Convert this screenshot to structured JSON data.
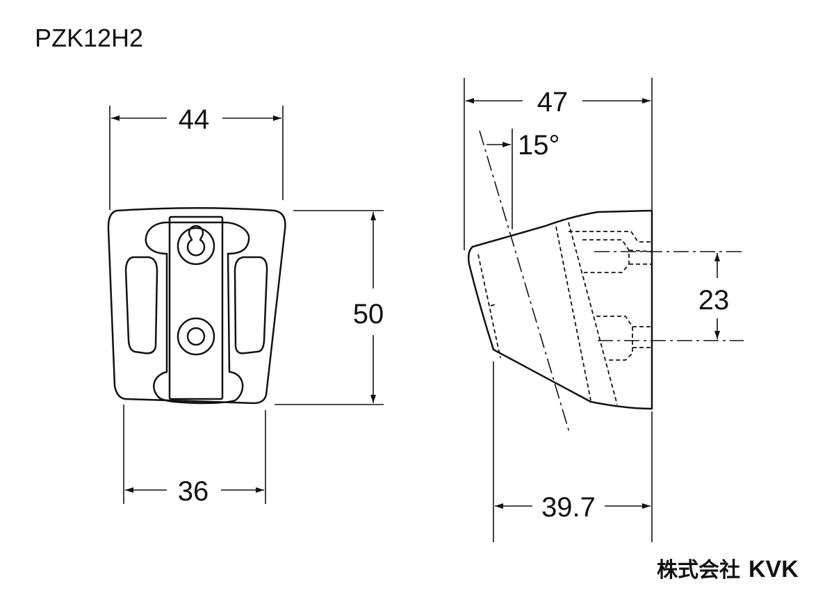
{
  "title": "PZK12H2",
  "brand": {
    "jp": "株式会社",
    "en": "KVK"
  },
  "dimensions": {
    "front_top_width": "44",
    "front_bottom_width": "36",
    "front_height": "50",
    "side_top_width": "47",
    "side_angle": "15°",
    "side_hole_pitch": "23",
    "side_bottom_width": "39.7"
  }
}
